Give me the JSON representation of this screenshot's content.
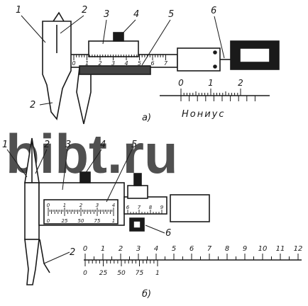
{
  "figure_a": {
    "part_labels": [
      "1",
      "2",
      "3",
      "4",
      "5",
      "6",
      "2"
    ],
    "beam_scale_digits": [
      "0",
      "1",
      "2",
      "3",
      "4",
      "5",
      "6",
      "7"
    ],
    "vernier_digits": [
      "0",
      "1",
      "2"
    ],
    "vernier_caption": "Нониус",
    "caption": "а)"
  },
  "watermark": "bibt.ru",
  "figure_b": {
    "part_labels": [
      "1",
      "2",
      "3",
      "4",
      "5",
      "6",
      "2"
    ],
    "scale_top_digits": [
      "0",
      "1",
      "2",
      "3",
      "4",
      "5",
      "6",
      "7",
      "8",
      "9",
      "10",
      "11",
      "12"
    ],
    "scale_bottom_digits": [
      "0",
      "25",
      "50",
      "75",
      "1"
    ],
    "window_top_digits": [
      "0",
      "1",
      "2",
      "3",
      "4"
    ],
    "window_bottom_digits": [
      "0",
      "25",
      "50",
      "75",
      "1"
    ],
    "beam_digits": [
      "6",
      "7",
      "8",
      "9"
    ],
    "caption": "б)"
  }
}
